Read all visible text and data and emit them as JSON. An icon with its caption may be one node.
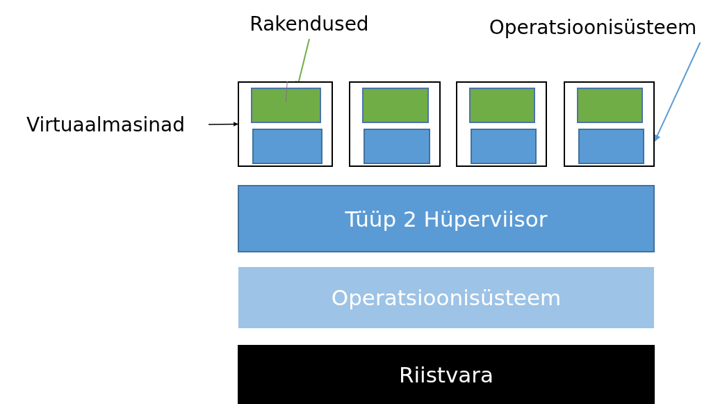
{
  "diagram": {
    "nodes": [
      {
        "text": [
          "Rakendused"
        ]
      },
      {
        "text": [
          "Operatsioonisüsteem"
        ]
      },
      {
        "text": [
          "Virtuaalmasinad"
        ]
      },
      {
        "text": [],
        "shape": "box"
      },
      {
        "text": [],
        "shape": "box",
        "in": 3
      },
      {
        "text": [],
        "shape": "box",
        "in": 3
      },
      {
        "text": [],
        "shape": "box"
      },
      {
        "text": [],
        "shape": "box",
        "in": 6
      },
      {
        "text": [],
        "shape": "box",
        "in": 6
      },
      {
        "text": [],
        "shape": "box"
      },
      {
        "text": [],
        "shape": "box",
        "in": 9
      },
      {
        "text": [],
        "shape": "box",
        "in": 9
      },
      {
        "text": [],
        "shape": "box"
      },
      {
        "text": [],
        "shape": "box",
        "in": 12
      },
      {
        "text": [],
        "shape": "box",
        "in": 12
      },
      {
        "text": [
          "Tüüp 2 Hüperviisor"
        ]
      },
      {
        "text": [
          "Operatsioonisüsteem"
        ]
      },
      {
        "text": [
          "Riistvara"
        ]
      }
    ],
    "edges": [
      {
        "from": 0,
        "to": 4,
        "arrow": "to",
        "color": "#70ad47"
      },
      {
        "from": 1,
        "to": 12,
        "arrow": "to",
        "color": "#5b9bd5"
      },
      {
        "from": 2,
        "to": 3,
        "arrow": "to",
        "color": "#000000"
      },
      {
        "from": 3,
        "to": 4,
        "arrow": "none",
        "color": "#7f6f80"
      }
    ]
  }
}
